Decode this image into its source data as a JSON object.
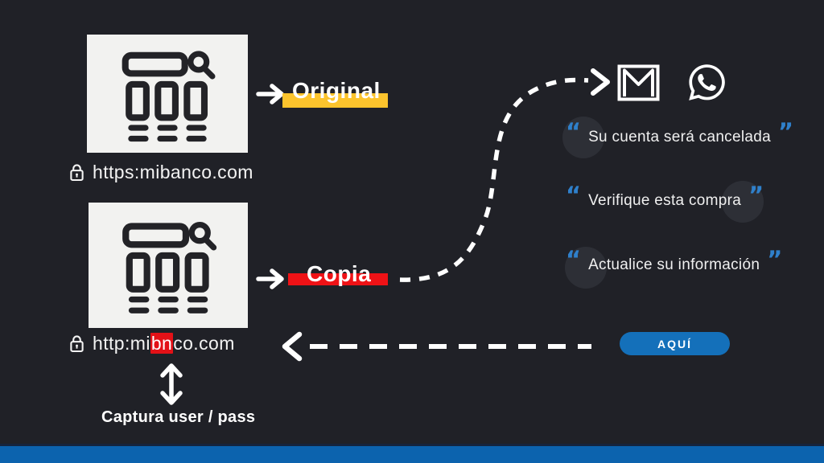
{
  "original_site": {
    "label": "Original",
    "url": "https:mibanco.com"
  },
  "fake_site": {
    "label": "Copia",
    "url_before": "http:mi",
    "url_typo": "bn",
    "url_after": "co.com",
    "capture_label": "Captura user / pass"
  },
  "messages": [
    {
      "text": "Su cuenta será cancelada"
    },
    {
      "text": "Verifique esta compra"
    },
    {
      "text": "Actualice su información"
    }
  ],
  "quote_open": "“",
  "quote_close": "”",
  "button_label": "AQUÍ",
  "colors": {
    "background": "#202127",
    "card_white": "#f2f2f0",
    "icon_dark": "#232327",
    "highlight_yellow": "#fcc42d",
    "highlight_red": "#ef1216",
    "typo_red": "#e31117",
    "quote_blue": "#2f80cb",
    "button_blue": "#1470ba",
    "footer_blue": "#0c63ae"
  }
}
